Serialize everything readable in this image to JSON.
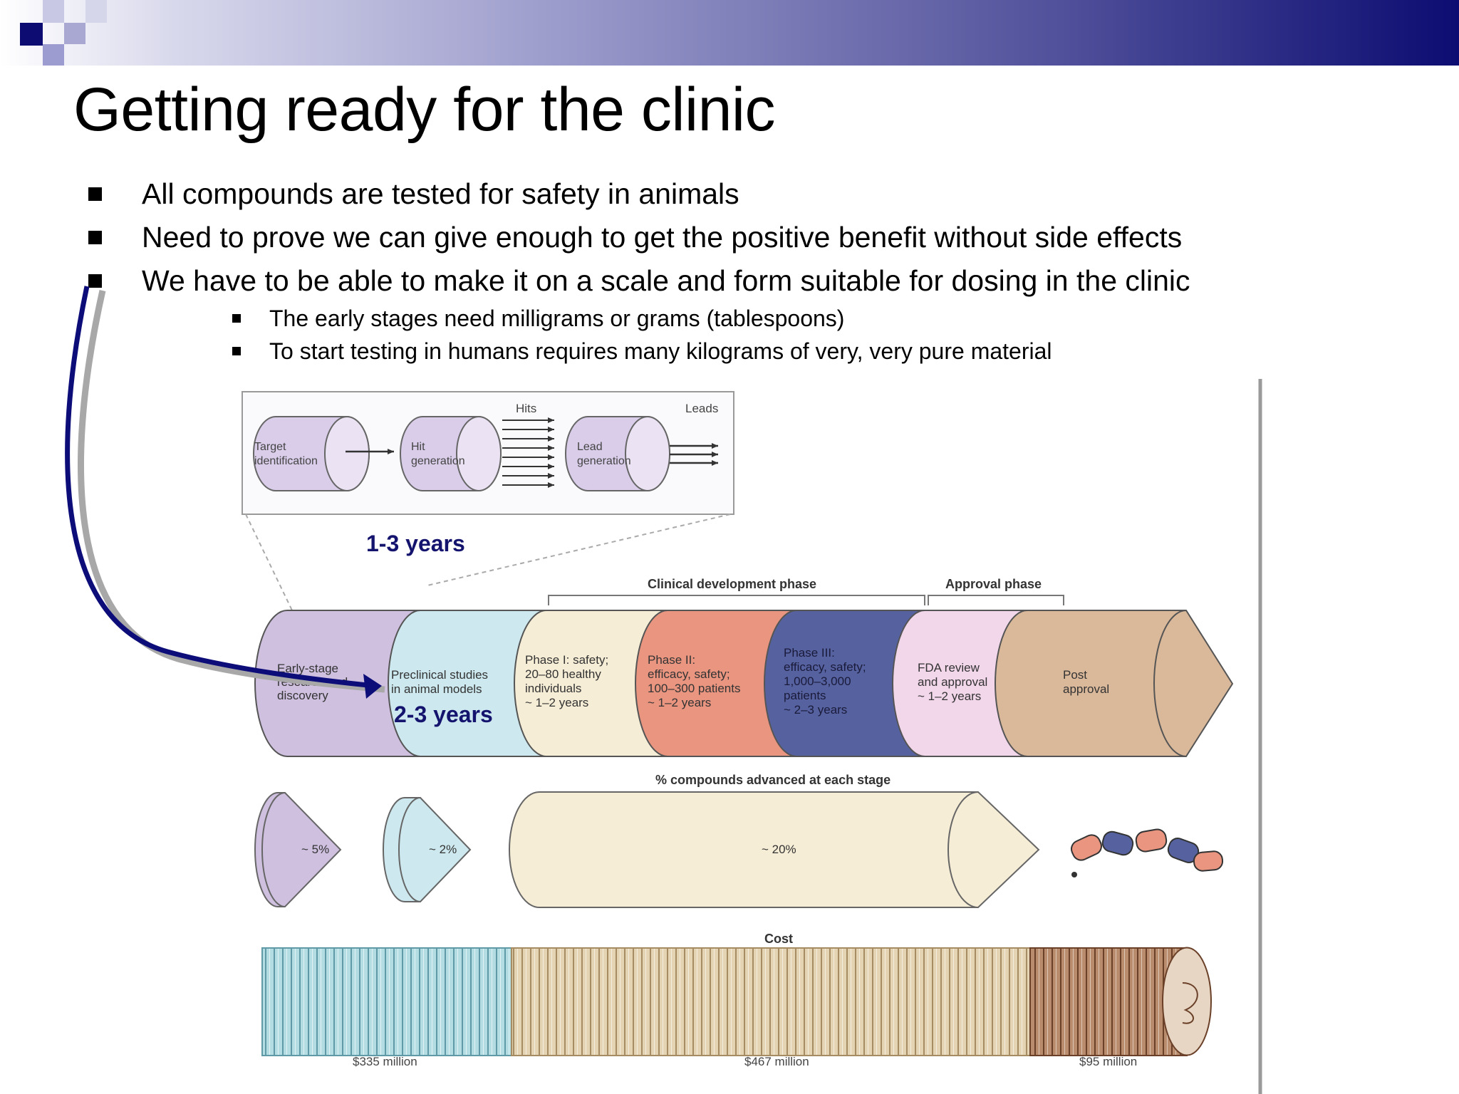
{
  "title": "Getting ready for the clinic",
  "bullets": [
    "All compounds are tested for safety in animals",
    "Need to prove we can give enough to get the positive benefit without side effects",
    "We have to be able to make it on a scale and form suitable for dosing in the clinic"
  ],
  "sub_bullets": [
    "The early stages need milligrams or grams (tablespoons)",
    "To start testing in humans requires many kilograms of very, very pure material"
  ],
  "diagram": {
    "inset": {
      "hits_label": "Hits",
      "leads_label": "Leads",
      "stage1": [
        "Target",
        "identification"
      ],
      "stage2": [
        "Hit",
        "generation"
      ],
      "stage3": [
        "Lead",
        "generation"
      ]
    },
    "annotation_discovery": "1-3 years",
    "annotation_preclinical": "2-3 years",
    "clinical_phase_label": "Clinical development phase",
    "approval_phase_label": "Approval phase",
    "pipeline": [
      {
        "lines": [
          "Early-stage",
          "research and",
          "discovery"
        ],
        "color": "#cfc0e0"
      },
      {
        "lines": [
          "Preclinical studies",
          "in animal models"
        ],
        "color": "#cde9ef"
      },
      {
        "lines": [
          "Phase I: safety;",
          "20–80 healthy",
          "individuals",
          "~ 1–2 years"
        ],
        "color": "#f6edd6"
      },
      {
        "lines": [
          "Phase II:",
          "efficacy, safety;",
          "100–300 patients",
          "~ 1–2 years"
        ],
        "color": "#e99580"
      },
      {
        "lines": [
          "Phase III:",
          "efficacy, safety;",
          "1,000–3,000",
          "patients",
          "~ 2–3 years"
        ],
        "color": "#56629f"
      },
      {
        "lines": [
          "FDA review",
          "and approval",
          "~ 1–2 years"
        ],
        "color": "#f2d6ea"
      },
      {
        "lines": [
          "Post",
          "approval"
        ],
        "color": "#dab89a"
      }
    ],
    "advance_label": "% compounds advanced at each stage",
    "advance_values": [
      "~ 5%",
      "~ 2%",
      "~ 20%"
    ],
    "cost_label": "Cost",
    "cost_values": [
      "$335 million",
      "$467 million",
      "$95 million"
    ]
  },
  "colors": {
    "banner_dark": "#0c0c72",
    "annotation": "#14146e",
    "arrow": "#0d0d7a",
    "cost_teal": "#b4dde3",
    "cost_beige": "#e4d4b4",
    "cost_brown": "#b88c6c"
  }
}
